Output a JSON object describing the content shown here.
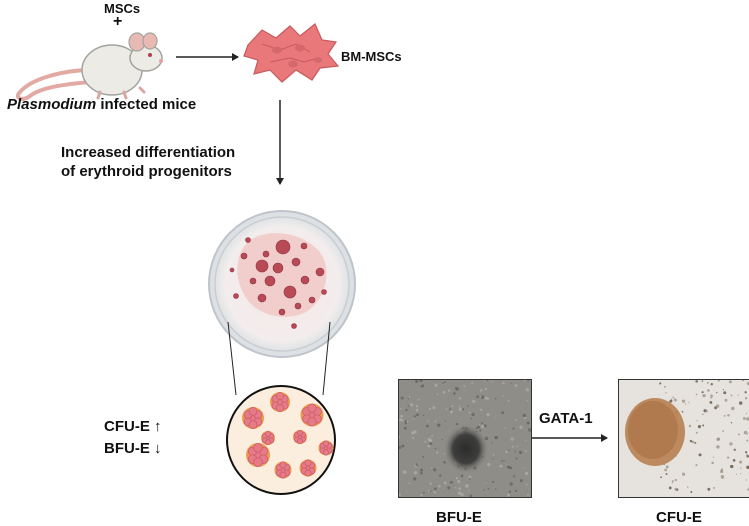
{
  "labels": {
    "mscs": "MSCs",
    "plus": "+",
    "plasmodium": "Plasmodium",
    "infected_mice": " infected mice",
    "bm_mscs": "BM-MSCs",
    "increased_line1": "Increased differentiation",
    "increased_line2": "of erythroid progenitors",
    "cfu_e_up": "CFU-E ↑",
    "bfu_e_down": "BFU-E ↓",
    "gata1": "GATA-1",
    "bfu_e_caption": "BFU-E",
    "cfu_e_caption": "CFU-E"
  },
  "colors": {
    "arrow": "#222222",
    "mouse_body": "#ecebe6",
    "mouse_outline": "#8b8b86",
    "mouse_ear_tail": "#e9b9b4",
    "cell": "#e8787a",
    "cell_dark": "#c9595c",
    "dish_rim": "#c9cdd2",
    "dish_fill": "#f4ecec",
    "colony": "#b84a56",
    "zoom_bg": "#fbeede",
    "zoom_cell": "#e67a86",
    "zoom_ring": "#e8944a",
    "photo_bfu_bg": "#8c8a86",
    "photo_cfu_bg": "#e4e1dc",
    "cfu_colony": "#b07848"
  },
  "icons": [
    "mouse-icon",
    "bm-mscs-cells-icon",
    "petri-dish-icon",
    "colony-zoom-icon"
  ]
}
